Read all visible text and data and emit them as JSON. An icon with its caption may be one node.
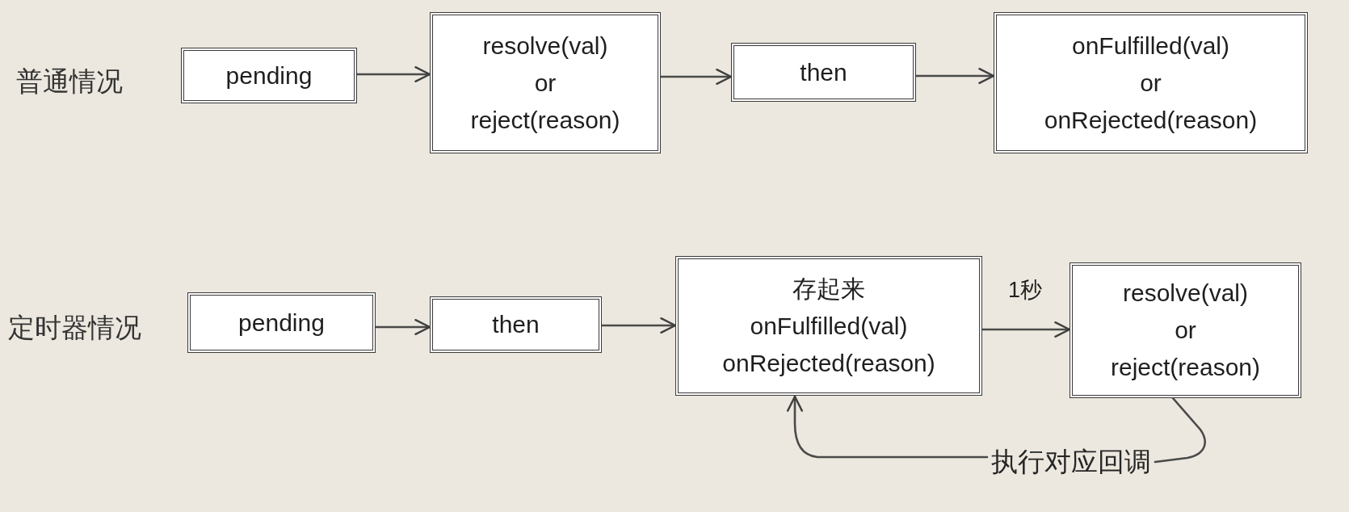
{
  "diagram": {
    "nodes": [
      {
        "text": [
          "pending"
        ]
      },
      {
        "text": [
          "resolve(val) or reject(reason)"
        ]
      },
      {
        "text": [
          "then"
        ]
      },
      {
        "text": [
          "onFulfilled(val) or onRejected(reason)"
        ]
      },
      {
        "text": [
          "pending"
        ]
      },
      {
        "text": [
          "then"
        ]
      },
      {
        "text": [
          "存起来",
          "onFulfilled(val) onRejected(reason)"
        ]
      },
      {
        "text": [
          "resolve(val) or reject(reason)"
        ]
      },
      {
        "text": [
          "执行对应回调"
        ]
      }
    ],
    "edges": [
      {
        "from": 0,
        "to": 1,
        "arrow": "to"
      },
      {
        "from": 1,
        "to": 2,
        "arrow": "to"
      },
      {
        "from": 2,
        "to": 3,
        "arrow": "to"
      },
      {
        "from": 4,
        "to": 5,
        "arrow": "to"
      },
      {
        "from": 5,
        "to": 6,
        "arrow": "to"
      },
      {
        "from": 6,
        "to": 7,
        "arrow": "to",
        "label": "1秒"
      },
      {
        "from": 7,
        "to": 8,
        "arrow": "none"
      },
      {
        "from": 8,
        "to": 6,
        "arrow": "to"
      }
    ],
    "labels": [
      "普通情况",
      "定时器情况"
    ]
  }
}
